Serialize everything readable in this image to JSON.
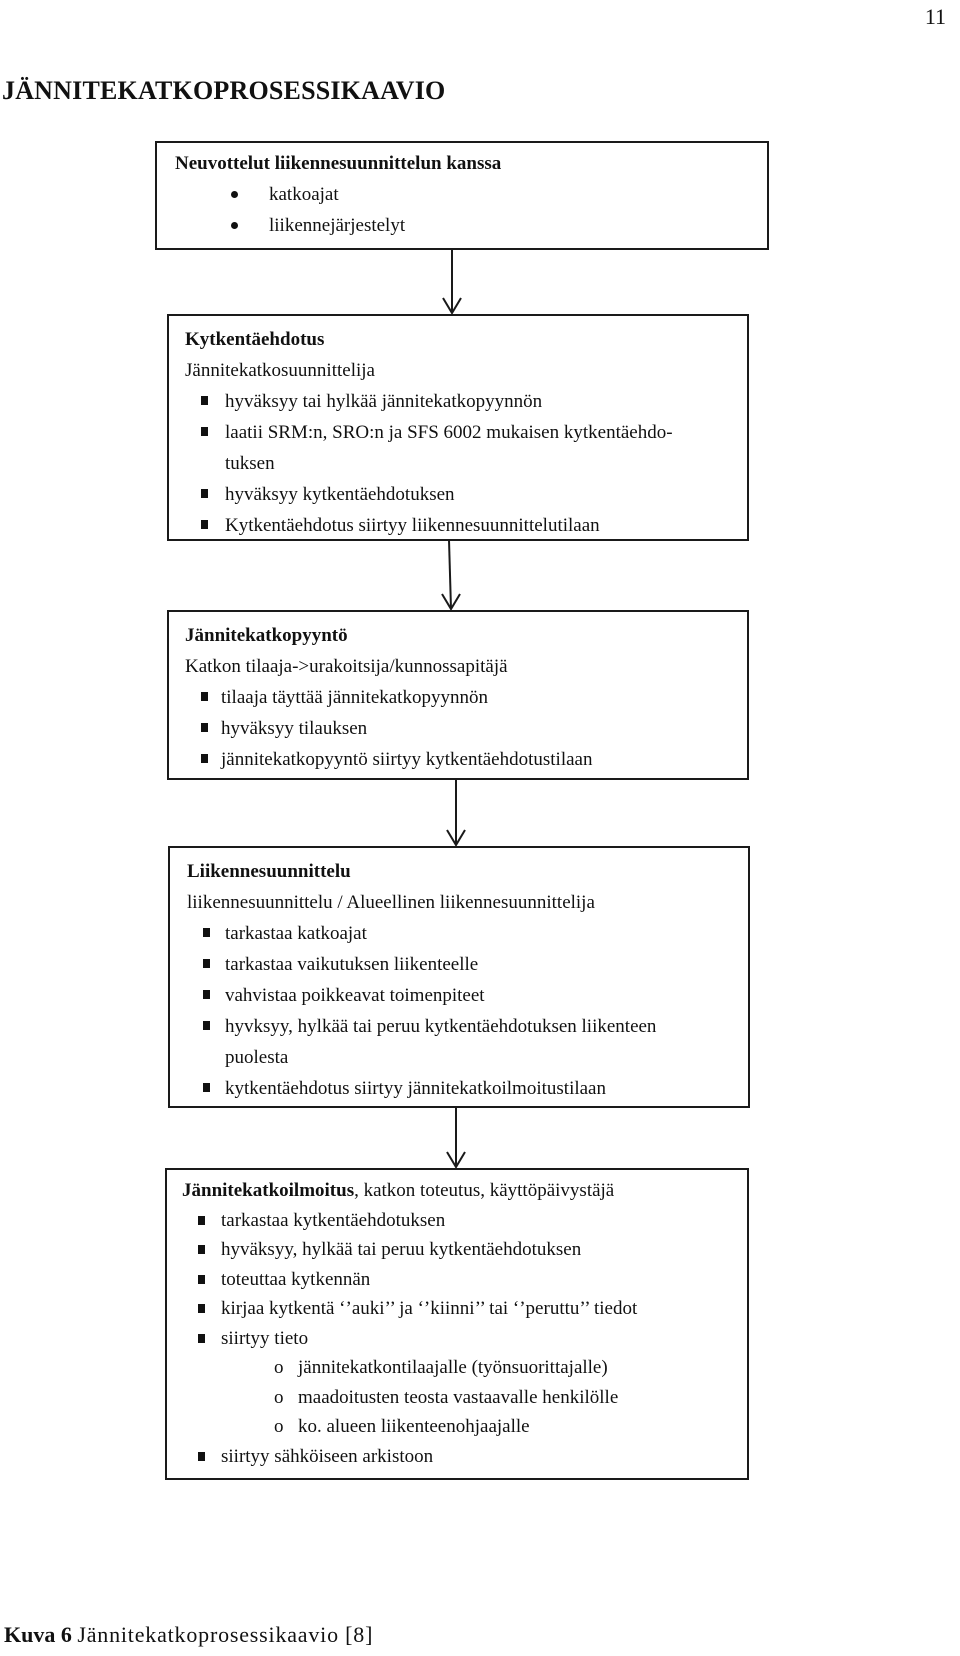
{
  "page_number": "11",
  "title": "JÄNNITEKATKOPROSESSIKAAVIO",
  "boxes": [
    {
      "heading": "Neuvottelut liikennesuunnittelun kanssa",
      "items": [
        "katkoajat",
        "liikennejärjestelyt"
      ]
    },
    {
      "heading": "Kytkentäehdotus",
      "subheading": "Jännitekatkosuunnittelija",
      "items": [
        "hyväksyy tai hylkää jännitekatkopyynnön",
        "laatii SRM:n, SRO:n ja SFS 6002 mukaisen kytkentäehdo-",
        "tuksen",
        "hyväksyy kytkentäehdotuksen",
        "Kytkentäehdotus siirtyy liikennesuunnittelutilaan"
      ]
    },
    {
      "heading": "Jännitekatkopyyntö",
      "subheading": "Katkon tilaaja->urakoitsija/kunnossapitäjä",
      "items": [
        "tilaaja täyttää jännitekatkopyynnön",
        "hyväksyy tilauksen",
        "jännitekatkopyyntö siirtyy kytkentäehdotustilaan"
      ]
    },
    {
      "heading": "Liikennesuunnittelu",
      "subheading": "liikennesuunnittelu / Alueellinen liikennesuunnittelija",
      "items": [
        "tarkastaa katkoajat",
        "tarkastaa vaikutuksen liikenteelle",
        "vahvistaa poikkeavat toimenpiteet",
        "hyvksyy, hylkää tai peruu kytkentäehdotuksen liikenteen",
        "puolesta",
        "kytkentäehdotus siirtyy jännitekatkoilmoitustilaan"
      ]
    },
    {
      "heading": "Jännitekatkoilmoitus",
      "heading_suffix": ", katkon toteutus, käyttöpäivystäjä",
      "items": [
        "tarkastaa kytkentäehdotuksen",
        "hyväksyy, hylkää tai peruu kytkentäehdotuksen",
        "toteuttaa kytkennän",
        "kirjaa kytkentä  ‘’auki’’  ja  ‘’kiinni’’  tai  ‘’peruttu’’  tiedot",
        "siirtyy tieto"
      ],
      "sub_items": [
        "jännitekatkontilaajalle (työnsuorittajalle)",
        "maadoitusten teosta vastaavalle henkilölle",
        "ko. alueen liikenteenohjaajalle"
      ],
      "last_item": "siirtyy sähköiseen arkistoon"
    }
  ],
  "caption": {
    "label": "Kuva 6",
    "text": "Jännitekatkoprosessikaavio [8]"
  }
}
